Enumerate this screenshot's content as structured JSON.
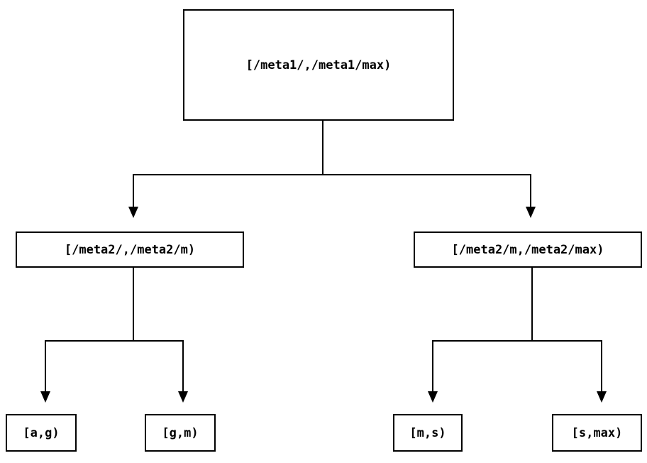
{
  "diagram": {
    "type": "tree",
    "background_color": "#ffffff",
    "line_color": "#000000",
    "nodes": [
      {
        "id": "root",
        "level": 0,
        "label": "[/meta1/,/meta1/max)"
      },
      {
        "id": "meta2-low",
        "level": 1,
        "label": "[/meta2/,/meta2/m)"
      },
      {
        "id": "meta2-high",
        "level": 1,
        "label": "[/meta2/m,/meta2/max)"
      },
      {
        "id": "leaf-ag",
        "level": 2,
        "label": "[a,g)"
      },
      {
        "id": "leaf-gm",
        "level": 2,
        "label": "[g,m)"
      },
      {
        "id": "leaf-ms",
        "level": 2,
        "label": "[m,s)"
      },
      {
        "id": "leaf-smax",
        "level": 2,
        "label": "[s,max)"
      }
    ],
    "edges": [
      {
        "from": "root",
        "to": "meta2-low"
      },
      {
        "from": "root",
        "to": "meta2-high"
      },
      {
        "from": "meta2-low",
        "to": "leaf-ag"
      },
      {
        "from": "meta2-low",
        "to": "leaf-gm"
      },
      {
        "from": "meta2-high",
        "to": "leaf-ms"
      },
      {
        "from": "meta2-high",
        "to": "leaf-smax"
      }
    ]
  }
}
